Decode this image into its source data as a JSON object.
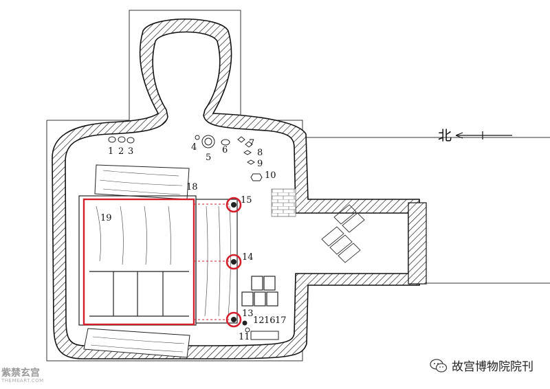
{
  "north_label": "北",
  "markers": [
    {
      "id": "1",
      "label": "1"
    },
    {
      "id": "2",
      "label": "2"
    },
    {
      "id": "3",
      "label": "3"
    },
    {
      "id": "4",
      "label": "4"
    },
    {
      "id": "5",
      "label": "5"
    },
    {
      "id": "6",
      "label": "6"
    },
    {
      "id": "7",
      "label": "7"
    },
    {
      "id": "8",
      "label": "8"
    },
    {
      "id": "9",
      "label": "9"
    },
    {
      "id": "10",
      "label": "10"
    },
    {
      "id": "11",
      "label": "11"
    },
    {
      "id": "12",
      "label": "12"
    },
    {
      "id": "13",
      "label": "13"
    },
    {
      "id": "14",
      "label": "14"
    },
    {
      "id": "15",
      "label": "15"
    },
    {
      "id": "16",
      "label": "16"
    },
    {
      "id": "17",
      "label": "17"
    },
    {
      "id": "18",
      "label": "18"
    },
    {
      "id": "19",
      "label": "19"
    }
  ],
  "highlight_color": "#d21f2b",
  "watermark_left": "紫禁玄宫",
  "watermark_left_sub": "THEMEART.COM",
  "watermark_right": "故宫博物院院刊"
}
